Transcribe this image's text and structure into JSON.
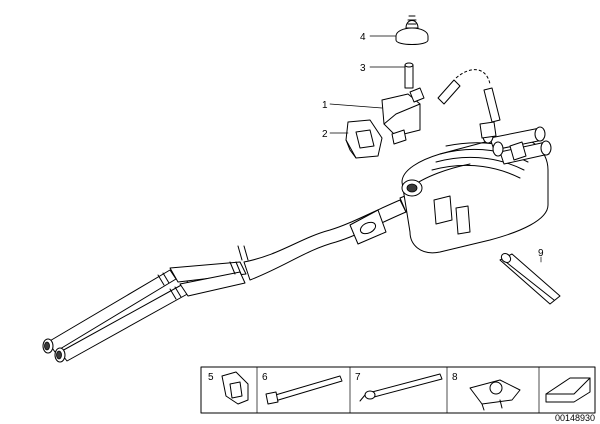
{
  "callouts": [
    {
      "num": "1"
    },
    {
      "num": "2"
    },
    {
      "num": "3"
    },
    {
      "num": "4"
    },
    {
      "num": "5"
    },
    {
      "num": "6"
    },
    {
      "num": "7"
    },
    {
      "num": "8"
    },
    {
      "num": "9"
    }
  ],
  "diagram_code": "00148930"
}
